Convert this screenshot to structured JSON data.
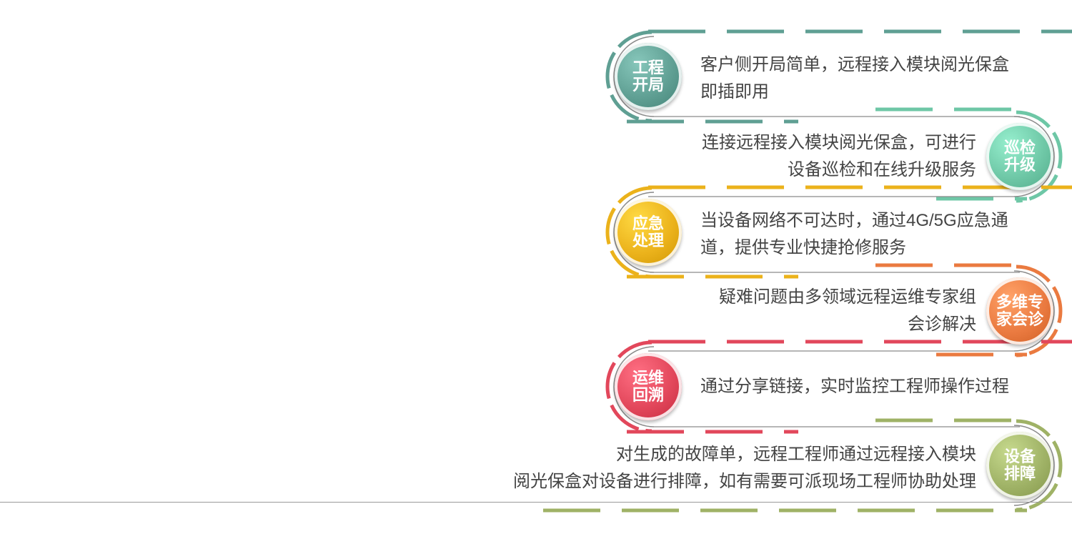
{
  "colors": {
    "teal": "#5f9f93",
    "mint": "#6ec7a6",
    "yellow": "#ebb21b",
    "orange": "#ea7a40",
    "red": "#e2475b",
    "olive": "#9fb266",
    "line": "#8a8a8a"
  },
  "steps": [
    {
      "title": "工程\n开局",
      "desc": "客户侧开局简单，远程接入模块阅光保盒\n即插即用",
      "color": "#5f9f93",
      "side": "left"
    },
    {
      "title": "巡检\n升级",
      "desc": "连接远程接入模块阅光保盒，可进行\n设备巡检和在线升级服务",
      "color": "#6ec7a6",
      "side": "right"
    },
    {
      "title": "应急\n处理",
      "desc": "当设备网络不可达时，通过4G/5G应急通\n道，提供专业快捷抢修服务",
      "color": "#ebb21b",
      "side": "left"
    },
    {
      "title": "多维专\n家会诊",
      "desc": "疑难问题由多领域远程运维专家组\n会诊解决",
      "color": "#ea7a40",
      "side": "right"
    },
    {
      "title": "运维\n回溯",
      "desc": "通过分享链接，实时监控工程师操作过程",
      "color": "#e2475b",
      "side": "left"
    },
    {
      "title": "设备\n排障",
      "desc": "对生成的故障单，远程工程师通过远程接入模块\n阅光保盒对设备进行排障，如有需要可派现场工程师协助处理",
      "color": "#9fb266",
      "side": "right"
    }
  ]
}
